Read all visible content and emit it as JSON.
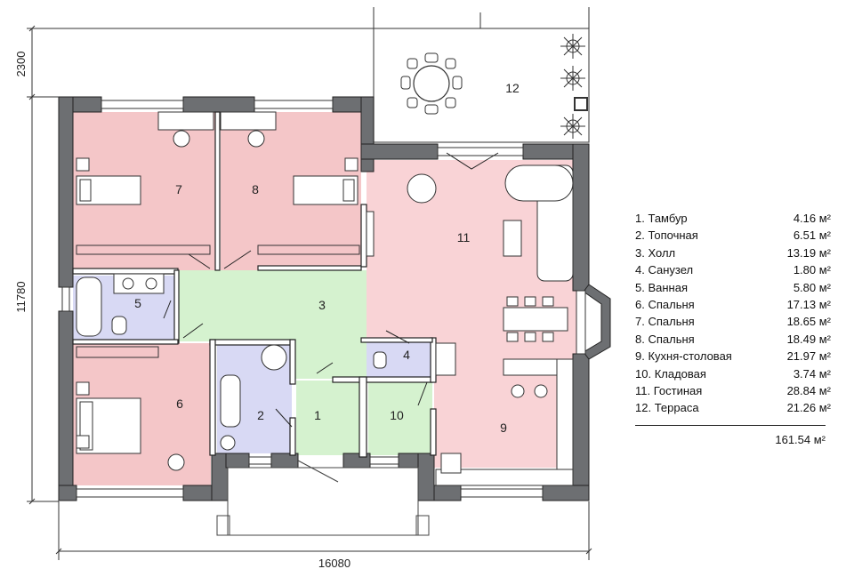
{
  "plan": {
    "dims": {
      "terrace_depth": "2300",
      "height": "11780",
      "width": "16080"
    },
    "rooms": [
      {
        "number": "1",
        "name": "Тамбур",
        "area": "4.16 м²"
      },
      {
        "number": "2",
        "name": "Топочная",
        "area": "6.51 м²"
      },
      {
        "number": "3",
        "name": "Холл",
        "area": "13.19 м²"
      },
      {
        "number": "4",
        "name": "Санузел",
        "area": "1.80 м²"
      },
      {
        "number": "5",
        "name": "Ванная",
        "area": "5.80 м²"
      },
      {
        "number": "6",
        "name": "Спальня",
        "area": "17.13 м²"
      },
      {
        "number": "7",
        "name": "Спальня",
        "area": "18.65 м²"
      },
      {
        "number": "8",
        "name": "Спальня",
        "area": "18.49 м²"
      },
      {
        "number": "9",
        "name": "Кухня-столовая",
        "area": "21.97 м²"
      },
      {
        "number": "10",
        "name": "Кладовая",
        "area": "3.74 м²"
      },
      {
        "number": "11",
        "name": "Гостиная",
        "area": "28.84 м²"
      },
      {
        "number": "12",
        "name": "Терраса",
        "area": "21.26 м²"
      }
    ],
    "total_area": "161.54 м²",
    "colors": {
      "bedroom": "#f4c6c8",
      "living": "#f9d3d6",
      "hall": "#d5f2cf",
      "wet": "#d8d9f4",
      "wall": "#6d6f72",
      "terrace": "#ffffff"
    }
  }
}
